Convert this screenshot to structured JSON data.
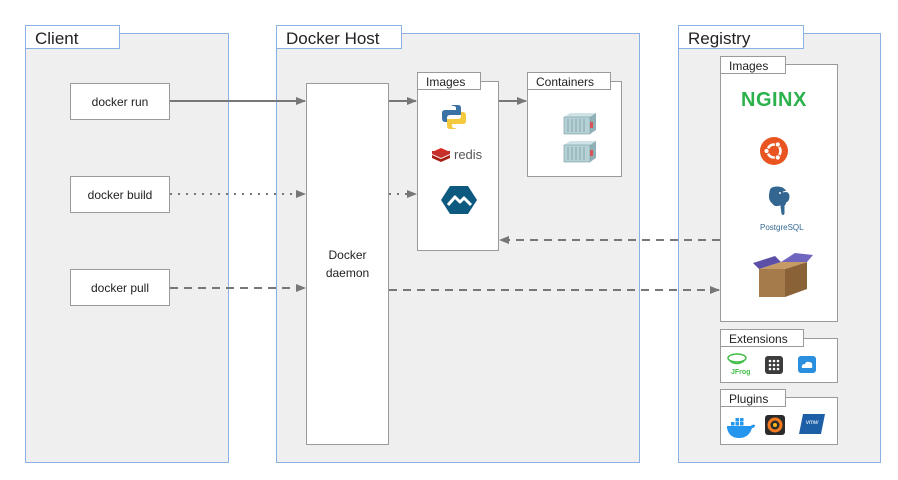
{
  "client": {
    "title": "Client",
    "commands": [
      "docker run",
      "docker build",
      "docker pull"
    ]
  },
  "host": {
    "title": "Docker Host",
    "daemon_line1": "Docker",
    "daemon_line2": "daemon",
    "images_label": "Images",
    "containers_label": "Containers",
    "host_images": [
      "python-icon",
      "redis-icon",
      "alpine-icon"
    ],
    "redis_text": "redis",
    "container_count": 2
  },
  "registry": {
    "title": "Registry",
    "images_label": "Images",
    "images": [
      "nginx-logo",
      "ubuntu-logo",
      "postgresql-logo",
      "package-icon"
    ],
    "nginx_text": "NGINX",
    "postgres_text": "PostgreSQL",
    "extensions_label": "Extensions",
    "extensions": [
      "jfrog-icon",
      "grid-app-icon",
      "cloud-icon"
    ],
    "jfrog_text": "JFrog",
    "plugins_label": "Plugins",
    "plugins": [
      "docker-whale-icon",
      "grafana-icon",
      "vmware-icon"
    ],
    "vmware_text": "vmw"
  },
  "colors": {
    "panel_border": "#8ab0e4",
    "panel_bg": "#efefef",
    "arrow": "#777777"
  }
}
